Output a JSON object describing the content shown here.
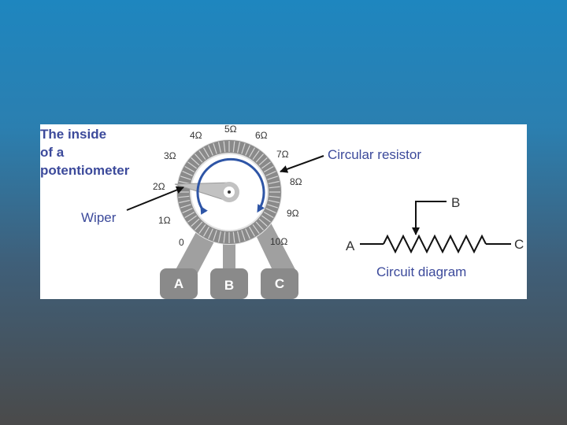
{
  "title_lines": [
    "The inside",
    "of a",
    "potentiometer"
  ],
  "labels": {
    "circular_resistor": "Circular resistor",
    "wiper": "Wiper",
    "circuit_diagram": "Circuit diagram"
  },
  "scale": [
    "0",
    "1Ω",
    "2Ω",
    "3Ω",
    "4Ω",
    "5Ω",
    "6Ω",
    "7Ω",
    "8Ω",
    "9Ω",
    "10Ω"
  ],
  "terminals": [
    "A",
    "B",
    "C"
  ],
  "circuit_terminals": {
    "a": "A",
    "b": "B",
    "c": "C"
  },
  "colors": {
    "title": "#3c4a9b",
    "resistor_ring": "#8a8a8a",
    "leg": "#a0a0a0",
    "arrow": "#2e55a6"
  }
}
